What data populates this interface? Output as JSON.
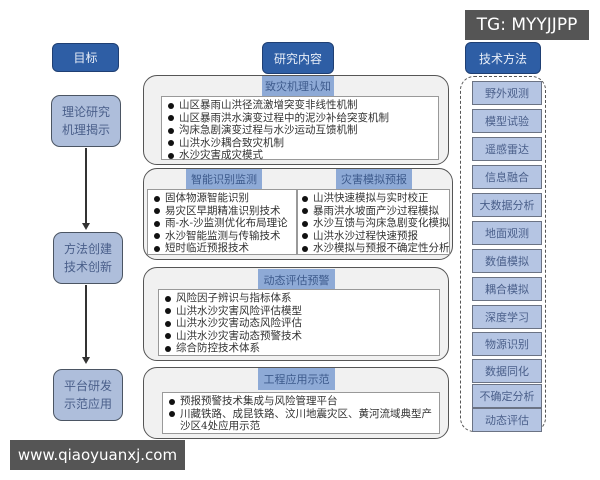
{
  "headers": {
    "goal": "目标",
    "research": "研究内容",
    "methods": "技术方法"
  },
  "goals": [
    {
      "line1": "理论研究",
      "line2": "机理揭示"
    },
    {
      "line1": "方法创建",
      "line2": "技术创新"
    },
    {
      "line1": "平台研发",
      "line2": "示范应用"
    }
  ],
  "research": {
    "mechanism": {
      "title": "致灾机理认知",
      "items": [
        "山区暴雨山洪径流激增突变非线性机制",
        "山区暴雨洪水演变过程中的泥沙补给突变机制",
        "沟床急剧演变过程与水沙运动互馈机制",
        "山洪水沙耦合致灾机制",
        "水沙灾害成灾模式"
      ]
    },
    "monitoring": {
      "title": "智能识别监测",
      "items": [
        "固体物源智能识别",
        "易灾区早期精准识别技术",
        "雨-水-沙监测优化布局理论",
        "水沙智能监测与传输技术",
        "短时临近预报技术"
      ]
    },
    "simulation": {
      "title": "灾害模拟预报",
      "items": [
        "山洪快速模拟与实时校正",
        "暴雨洪水坡面产沙过程模拟",
        "水沙互馈与沟床急剧变化模拟",
        "山洪水沙过程快速预报",
        "水沙模拟与预报不确定性分析"
      ]
    },
    "assessment": {
      "title": "动态评估预警",
      "items": [
        "风险因子辨识与指标体系",
        "山洪水沙灾害风险评估模型",
        "山洪水沙灾害动态风险评估",
        "山洪水沙灾害动态预警技术",
        "综合防控技术体系"
      ]
    },
    "application": {
      "title": "工程应用示范",
      "items": [
        "预报预警技术集成与风险管理平台",
        "川藏铁路、成昆铁路、汶川地震灾区、黄河流域典型产沙区4处应用示范"
      ]
    }
  },
  "methods": [
    "野外观测",
    "模型试验",
    "遥感雷达",
    "信息融合",
    "大数据分析",
    "地面观测",
    "数值模拟",
    "耦合模拟",
    "深度学习",
    "物源识别",
    "数据同化",
    "不确定分析",
    "动态评估"
  ],
  "watermarks": {
    "top_right": "TG: MYYJJPP",
    "bottom_left": "www.qiaoyuanxj.com"
  },
  "colors": {
    "header_fill": "#2e5ea5",
    "goal_fill": "#aebedb",
    "section_title_fill": "#8eaad6",
    "method_fill": "#b5c5e3",
    "panel_fill": "#f1f1f1"
  }
}
